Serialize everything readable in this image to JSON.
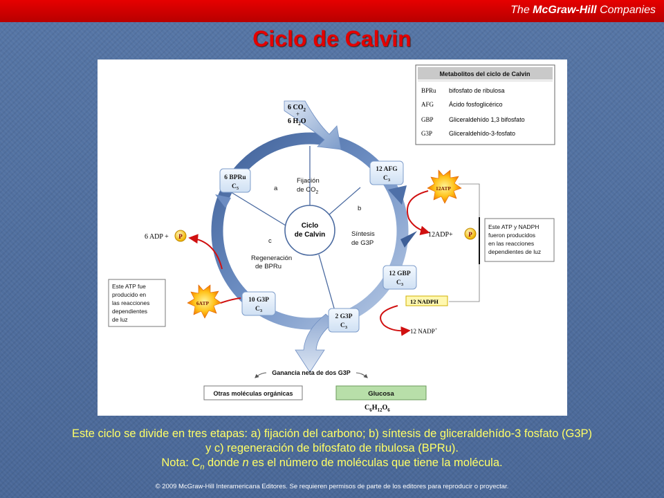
{
  "header": {
    "company_pre": "The ",
    "company_bold": "McGraw-Hill",
    "company_post": " Companies"
  },
  "slide": {
    "title": "Ciclo de Calvin"
  },
  "table": {
    "title": "Metabolitos del ciclo de Calvin",
    "rows": [
      {
        "abbr": "BPRu",
        "name": "bifosfato de ribulosa"
      },
      {
        "abbr": "AFG",
        "name": "Ácido fosfoglicérico"
      },
      {
        "abbr": "GBP",
        "name": "Gliceraldehído 1,3 bifosfato"
      },
      {
        "abbr": "G3P",
        "name": "Gliceraldehído-3-fosfato"
      }
    ]
  },
  "inputs": {
    "co2_amount": "6 CO",
    "co2_sub": "2",
    "plus": "+",
    "h2o_a": "6 H",
    "h2o_sub": "2",
    "h2o_b": "O"
  },
  "cycle": {
    "center_line1": "Ciclo",
    "center_line2": "de Calvin",
    "stage_a": "a",
    "stage_b": "b",
    "stage_c": "c",
    "fix_line1": "Fijación",
    "fix_line2": "de CO",
    "fix_sub": "2",
    "synth_line1": "Síntesis",
    "synth_line2": "de G3P",
    "regen_line1": "Regeneración",
    "regen_line2": "de BPRu"
  },
  "nodes": {
    "bpru_top": "6 BPRu",
    "bpru_sub": "C",
    "bpru_n": "5",
    "afg_top": "12 AFG",
    "afg_sub": "C",
    "afg_n": "3",
    "gbp_top": "12 GBP",
    "gbp_sub": "C",
    "gbp_n": "3",
    "g3p2_top": "2 G3P",
    "g3p2_sub": "C",
    "g3p2_n": "3",
    "g3p10_top": "10 G3P",
    "g3p10_sub": "C",
    "g3p10_n": "3"
  },
  "energy": {
    "atp12": "12ATP",
    "adp12": "12ADP+",
    "p": "P",
    "nadph12": "12 NADPH",
    "nadp12": "12 NADP",
    "nadp_sup": "+",
    "atp6": "6ATP",
    "adp6": "6 ADP +"
  },
  "notes": {
    "right": [
      "Este ATP y NADPH",
      "fueron producidos",
      "en las reacciones",
      "dependientes de luz"
    ],
    "left": [
      "Este ATP fue",
      "producido en",
      "las reacciones",
      "dependientes",
      "de luz"
    ]
  },
  "output": {
    "net_gain": "Ganancia neta de dos G3P",
    "other": "Otras moléculas orgánicas",
    "glucose": "Glucosa",
    "formula_c": "C",
    "formula_c_n": "6",
    "formula_h": "H",
    "formula_h_n": "12",
    "formula_o": "O",
    "formula_o_n": "6"
  },
  "caption": {
    "line1": "Este ciclo se divide en tres etapas: a) fijación del carbono; b) síntesis de gliceraldehído-3 fosfato (G3P)",
    "line2": "y c) regeneración de bifosfato de ribulosa (BPRu).",
    "line3_a": "Nota: C",
    "line3_sub": "n",
    "line3_b": " donde ",
    "line3_n": "n",
    "line3_c": " es el número de moléculas que tiene la molécula."
  },
  "copyright": "© 2009 McGraw-Hill Interamericana Editores. Se requieren permisos de parte de los editores para reproducir o proyectar."
}
